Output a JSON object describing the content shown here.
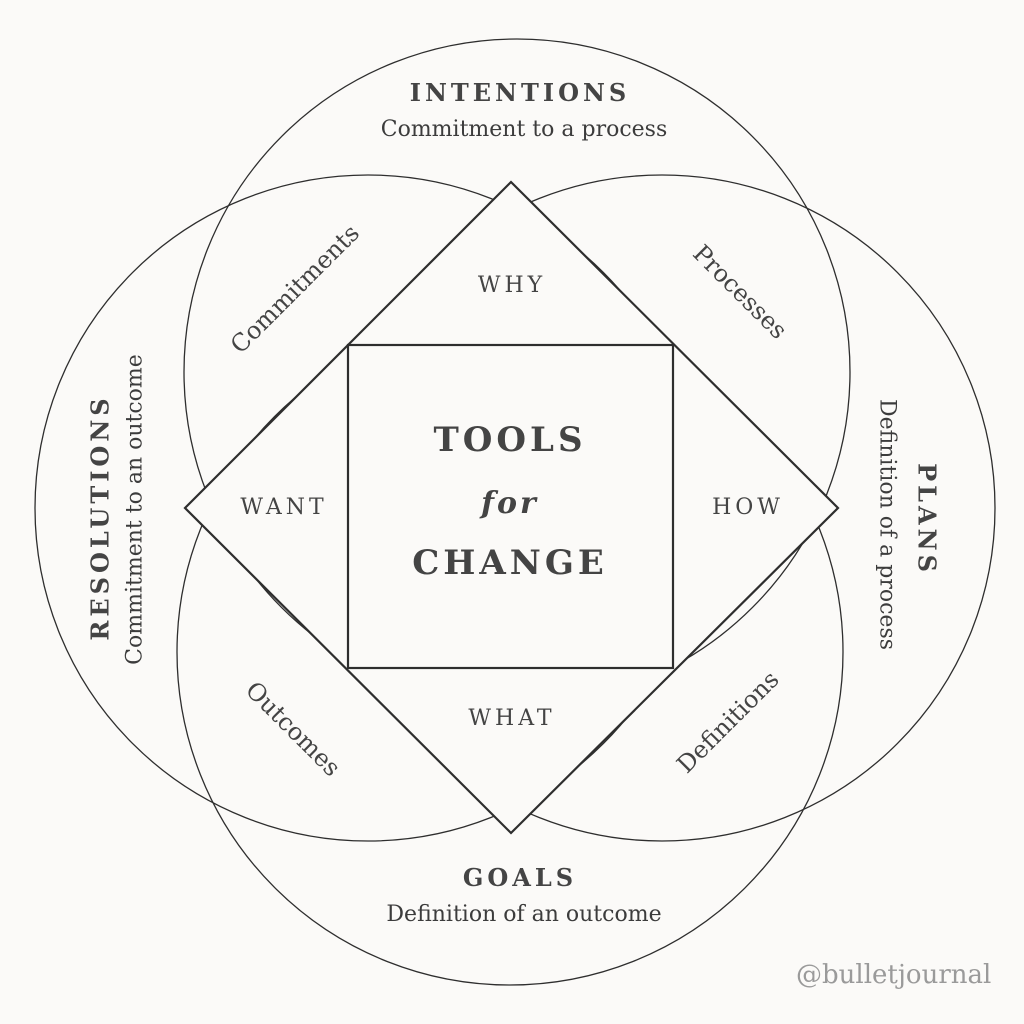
{
  "title": {
    "line1": "TOOLS",
    "line2": "for",
    "line3": "CHANGE"
  },
  "circles": {
    "intentions": {
      "head": "INTENTIONS",
      "sub": "Commitment to a process"
    },
    "resolutions": {
      "head": "RESOLUTIONS",
      "sub": "Commitment to an outcome"
    },
    "plans": {
      "head": "PLANS",
      "sub": "Definition of a process"
    },
    "goals": {
      "head": "GOALS",
      "sub": "Definition of an outcome"
    }
  },
  "overlaps": {
    "top_left": "Commitments",
    "top_right": "Processes",
    "bottom_left": "Outcomes",
    "bottom_right": "Definitions"
  },
  "diamond": {
    "top": "WHY",
    "left": "WANT",
    "right": "HOW",
    "bottom": "WHAT"
  },
  "credit": "@bulletjournal",
  "colors": {
    "line": "#2e2e2e",
    "background": "#fbfaf8"
  }
}
